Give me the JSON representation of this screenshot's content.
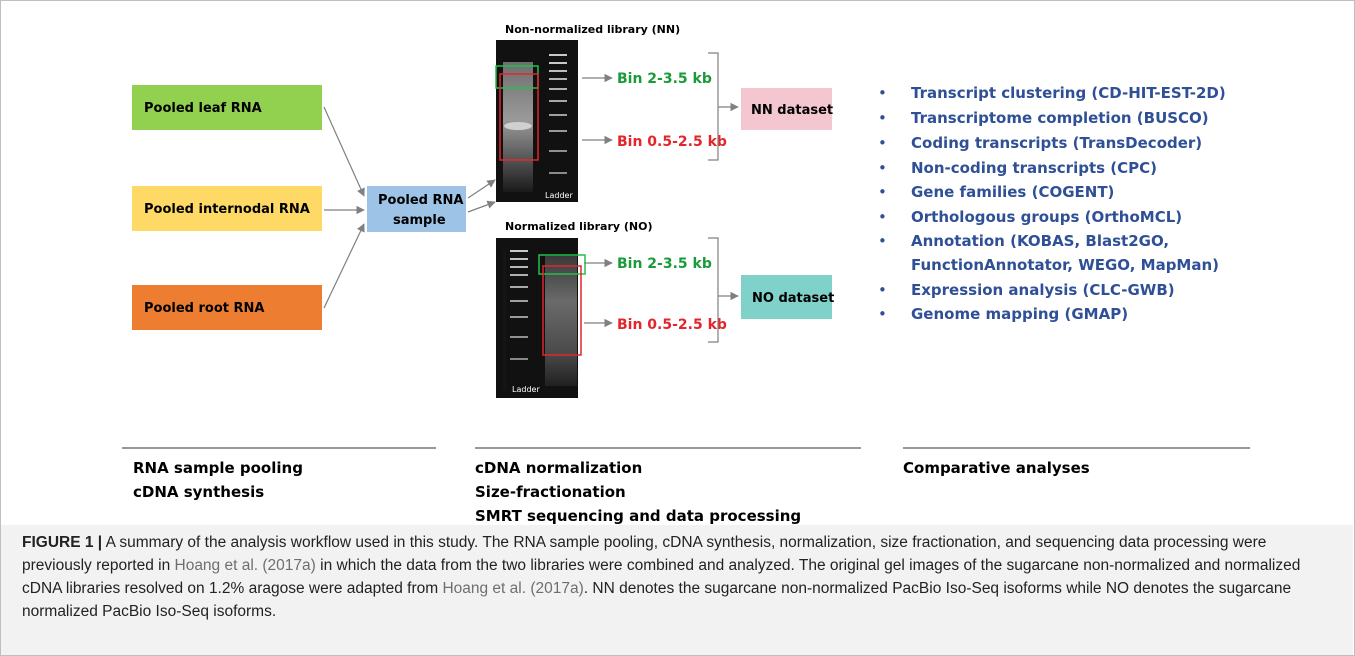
{
  "sources": [
    {
      "label": "Pooled leaf RNA",
      "color": "#92d050"
    },
    {
      "label": "Pooled internodal RNA",
      "color": "#ffd966"
    },
    {
      "label": "Pooled root RNA",
      "color": "#ed7d31"
    }
  ],
  "pooled": {
    "line1": "Pooled RNA",
    "line2": "sample",
    "color": "#9dc3e6"
  },
  "nn": {
    "title": "Non-normalized library (NN)",
    "ladder": "Ladder",
    "bin_high": "Bin 2-3.5 kb",
    "bin_low": "Bin 0.5-2.5 kb",
    "dataset": "NN dataset",
    "dataset_color": "#f4c7d0"
  },
  "no": {
    "title": "Normalized library (NO)",
    "ladder": "Ladder",
    "bin_high": "Bin 2-3.5 kb",
    "bin_low": "Bin 0.5-2.5 kb",
    "dataset": "NO dataset",
    "dataset_color": "#7fd1c9"
  },
  "analyses": [
    "Transcript clustering (CD-HIT-EST-2D)",
    "Transcriptome completion (BUSCO)",
    "Coding transcripts (TransDecoder)",
    "Non-coding transcripts (CPC)",
    "Gene families (COGENT)",
    "Orthologous groups (OrthoMCL)",
    "Annotation (KOBAS, Blast2GO,",
    "FunctionAnnotator, WEGO, MapMan)",
    "Expression analysis (CLC-GWB)",
    "Genome mapping (GMAP)"
  ],
  "bullet_char": "•",
  "stages": {
    "left": [
      "RNA sample pooling",
      "cDNA synthesis"
    ],
    "middle": [
      "cDNA normalization",
      "Size-fractionation",
      "SMRT sequencing and data processing"
    ],
    "right": [
      "Comparative analyses"
    ]
  },
  "caption": {
    "label": "FIGURE 1 |",
    "text1": " A summary of the analysis workflow used in this study. The RNA sample pooling, cDNA synthesis, normalization, size fractionation, and sequencing data processing were previously reported in ",
    "ref1": "Hoang et al. (2017a)",
    "text2": " in which the data from the two libraries were combined and analyzed. The original gel images of the sugarcane non-normalized and normalized cDNA libraries resolved on 1.2% aragose were adapted from ",
    "ref2": "Hoang et al. (2017a)",
    "text3": ". NN denotes the sugarcane non-normalized PacBio Iso-Seq isoforms while NO denotes the sugarcane normalized PacBio Iso-Seq isoforms."
  }
}
